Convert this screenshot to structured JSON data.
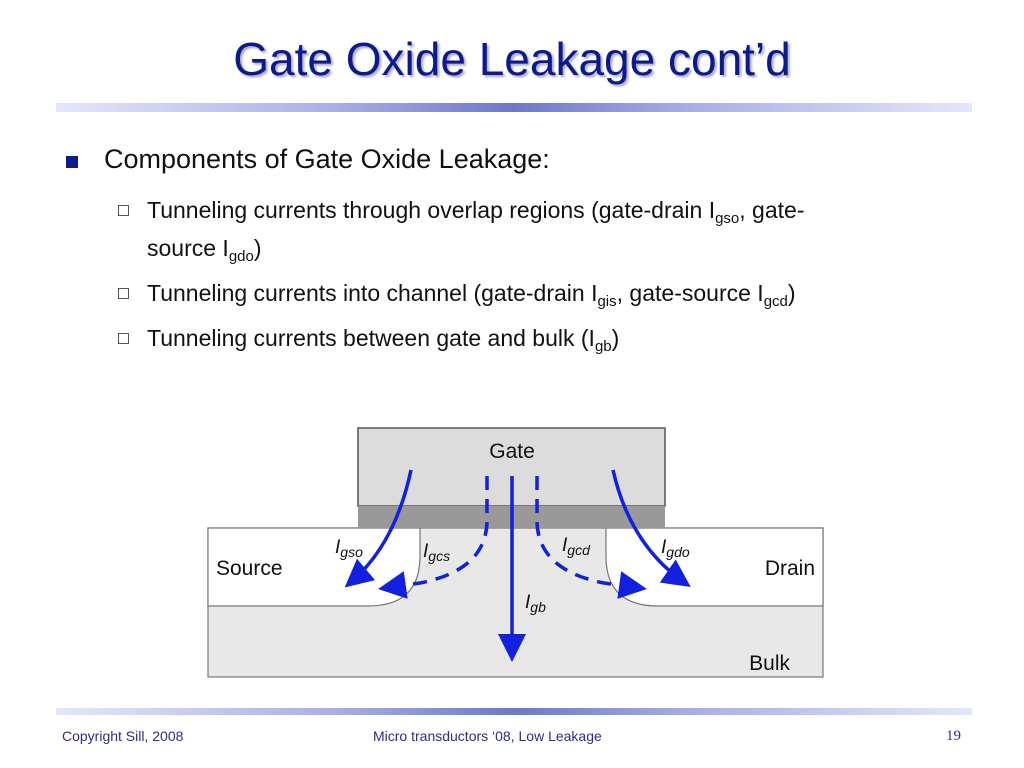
{
  "title": "Gate Oxide Leakage cont’d",
  "bullet_main": "Components of Gate Oxide Leakage:",
  "sub_bullets": [
    {
      "line1_a": "Tunneling currents through overlap regions (gate-drain I",
      "line1_sub": "gso",
      "line1_b": ", gate-",
      "line2_a": "source I",
      "line2_sub": "gdo",
      "line2_b": ")"
    },
    {
      "a": "Tunneling currents into channel  (gate-drain I",
      "sub1": "gis",
      "b": ", gate-source I",
      "sub2": "gcd",
      "c": ")"
    },
    {
      "a": "Tunneling currents between gate and bulk (I",
      "sub1": "gb",
      "b": ")"
    }
  ],
  "diagram": {
    "gate_label": "Gate",
    "source_label": "Source",
    "drain_label": "Drain",
    "bulk_label": "Bulk",
    "currents": {
      "gso": {
        "main": "I",
        "sub": "gso"
      },
      "gcs": {
        "main": "I",
        "sub": "gcs"
      },
      "gcd": {
        "main": "I",
        "sub": "gcd"
      },
      "gdo": {
        "main": "I",
        "sub": "gdo"
      },
      "gb": {
        "main": "I",
        "sub": "gb"
      }
    },
    "arrow_color": "#1220e0",
    "gate_fill": "#dcdcdc",
    "oxide_fill": "#999999",
    "bulk_fill": "#e8e8e8"
  },
  "footer": {
    "left": "Copyright Sill, 2008",
    "center": "Micro transductors ‘08, Low Leakage",
    "page": "19"
  }
}
